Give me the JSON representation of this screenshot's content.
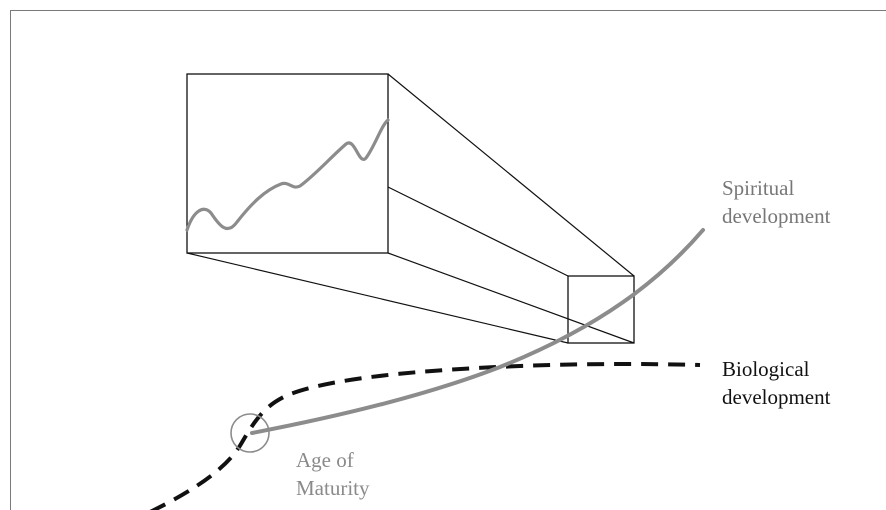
{
  "labels": {
    "spiritual": [
      "Spiritual",
      "development"
    ],
    "biological": [
      "Biological",
      "development"
    ],
    "maturity": [
      "Age of",
      "Maturity"
    ]
  },
  "colors": {
    "frame": "#7a7a7a",
    "spiritual_curve": "#8c8c8c",
    "biological_curve": "#111111",
    "zoom_box": "#111111",
    "maturity_marker": "#8c8c8c"
  }
}
